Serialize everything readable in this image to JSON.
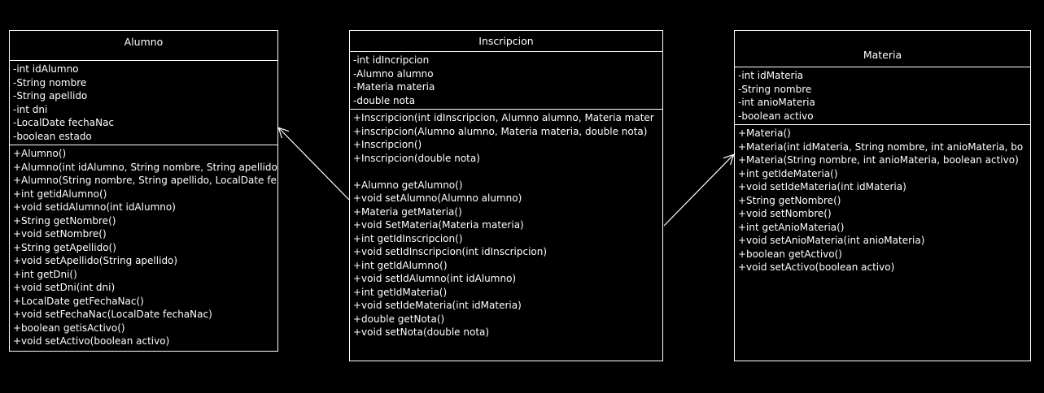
{
  "diagram": {
    "background_color": "#000000",
    "line_color": "#ffffff",
    "classes": {
      "alumno": {
        "name": "Alumno",
        "attributes": [
          "-int idAlumno",
          "-String nombre",
          "-String apellido",
          "-int dni",
          "-LocalDate fechaNac",
          "-boolean estado"
        ],
        "methods": [
          "+Alumno()",
          "+Alumno(int idAlumno, String nombre, String apellido",
          "+Alumno(String nombre, String apellido, LocalDate fe",
          "+int getidAlumno()",
          "+void setidAlumno(int idAlumno)",
          "+String getNombre()",
          "+void setNombre()",
          "+String getApellido()",
          "+void setApellido(String apellido)",
          "+int getDni()",
          "+void setDni(int dni)",
          "+LocalDate getFechaNac()",
          "+void setFechaNac(LocalDate fechaNac)",
          "+boolean getisActivo()",
          "+void setActivo(boolean activo)"
        ]
      },
      "inscripcion": {
        "name": "Inscripcion",
        "attributes": [
          "-int idIncripcion",
          "-Alumno alumno",
          "-Materia materia",
          "-double nota"
        ],
        "methods_constructors": [
          "+Inscripcion(int idInscripcion, Alumno alumno, Materia mater",
          "+inscripcion(Alumno alumno, Materia materia, double nota)",
          "+Inscripcion()",
          "+Inscripcion(double nota)"
        ],
        "methods": [
          "+Alumno getAlumno()",
          "+void setAlumno(Alumno alumno)",
          "+Materia getMateria()",
          "+void SetMateria(Materia materia)",
          "+int getIdInscripcion()",
          "+void setIdInscripcion(int idInscripcion)",
          "+int getIdAlumno()",
          "+void setIdAlumno(int idAlumno)",
          "+int getIdMateria()",
          "+void setIdeMateria(int idMateria)",
          "+double getNota()",
          "+void setNota(double nota)"
        ]
      },
      "materia": {
        "name": "Materia",
        "attributes": [
          "-int idMateria",
          "-String nombre",
          "-int anioMateria",
          "-boolean activo"
        ],
        "methods": [
          "+Materia()",
          "+Materia(int idMateria, String nombre, int anioMateria, bo",
          "+Materia(String nombre, int anioMateria, boolean activo)",
          "+int getIdeMateria()",
          "+void setIdeMateria(int idMateria)",
          "+String getNombre()",
          "+void setNombre()",
          "+int getAnioMateria()",
          "+void setAnioMateria(int anioMateria)",
          "+boolean getActivo()",
          "+void setActivo(boolean activo)"
        ]
      }
    }
  }
}
